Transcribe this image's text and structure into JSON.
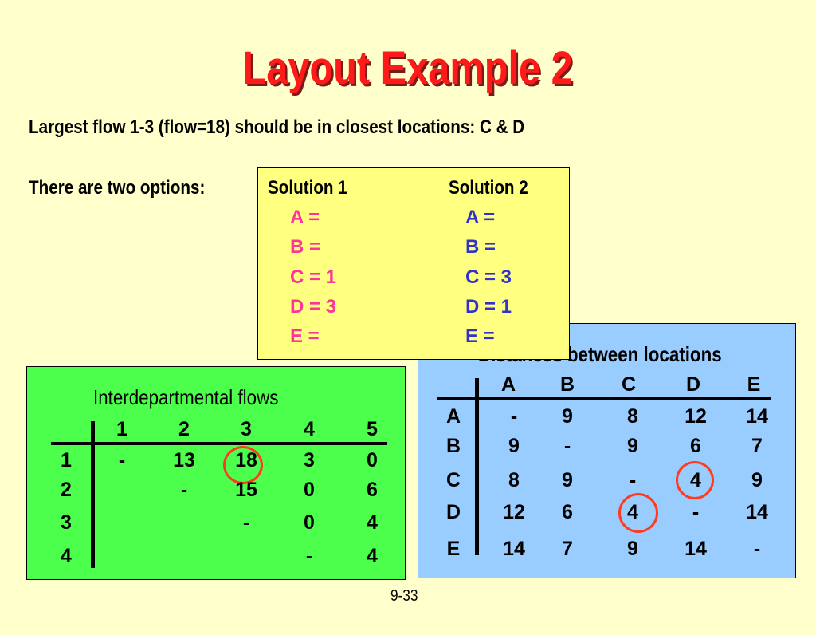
{
  "title": "Layout Example 2",
  "intro_line": "Largest flow 1-3 (flow=18) should be in closest locations: C & D",
  "options_label": "There are two options:",
  "solutions": {
    "col1_header": "Solution 1",
    "col2_header": "Solution 2",
    "sol1": [
      "A =",
      "B =",
      "C = 1",
      "D = 3",
      "E ="
    ],
    "sol2": [
      "A =",
      "B =",
      "C = 3",
      "D = 1",
      "E ="
    ],
    "sol1_color": "#ff3399",
    "sol2_color": "#3333cc",
    "box_color": "#ffff80"
  },
  "flows": {
    "title": "Interdepartmental flows",
    "columns": [
      "1",
      "2",
      "3",
      "4",
      "5"
    ],
    "rows": [
      {
        "label": "1",
        "cells": [
          "-",
          "13",
          "18",
          "3",
          "0"
        ]
      },
      {
        "label": "2",
        "cells": [
          "",
          "-",
          "15",
          "0",
          "6"
        ]
      },
      {
        "label": "3",
        "cells": [
          "",
          "",
          "-",
          "0",
          "4"
        ]
      },
      {
        "label": "4",
        "cells": [
          "",
          "",
          "",
          "-",
          "4"
        ]
      }
    ],
    "highlighted": "18",
    "box_color": "#4dff4d"
  },
  "distances": {
    "title": "Distances between locations",
    "columns": [
      "A",
      "B",
      "C",
      "D",
      "E"
    ],
    "rows": [
      {
        "label": "A",
        "cells": [
          "-",
          "9",
          "8",
          "12",
          "14"
        ]
      },
      {
        "label": "B",
        "cells": [
          "9",
          "-",
          "9",
          "6",
          "7"
        ]
      },
      {
        "label": "C",
        "cells": [
          "8",
          "9",
          "-",
          "4",
          "9"
        ]
      },
      {
        "label": "D",
        "cells": [
          "12",
          "6",
          "4",
          "-",
          "14"
        ]
      },
      {
        "label": "E",
        "cells": [
          "14",
          "7",
          "9",
          "14",
          "-"
        ]
      }
    ],
    "highlighted": "4",
    "box_color": "#99ccff"
  },
  "slide_number": "9-33"
}
